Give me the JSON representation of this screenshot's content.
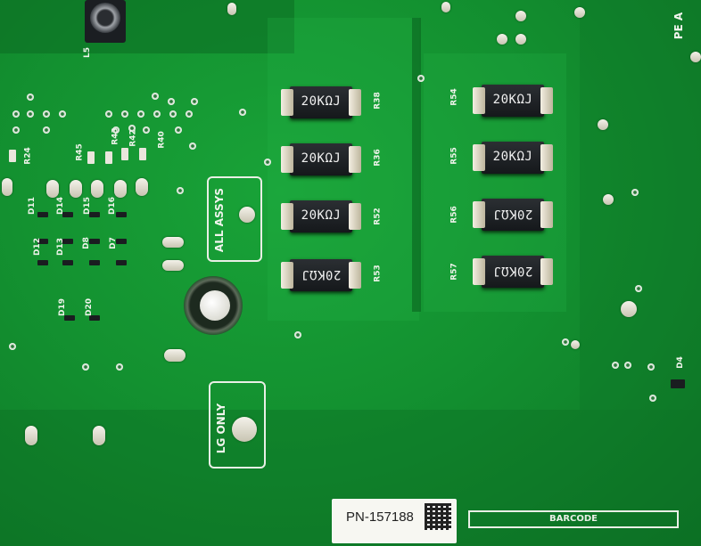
{
  "board": {
    "colors": {
      "solder_mask": "#139130",
      "silkscreen": "#f2f5ee",
      "resistor_body": "#1c1f22",
      "pad": "#e8e4d6"
    },
    "silkscreen_boxes": {
      "assembly_note": "ALL ASSYS",
      "lg_note": "LG ONLY"
    },
    "corner_text": "PE A",
    "inductor_ref": "L5",
    "diode_ref_d4": "D4"
  },
  "resistors_left": [
    {
      "ref": "R38",
      "marking": "20KΩJ",
      "flipped": false
    },
    {
      "ref": "R36",
      "marking": "20KΩJ",
      "flipped": false
    },
    {
      "ref": "R52",
      "marking": "20KΩJ",
      "flipped": false
    },
    {
      "ref": "R53",
      "marking": "20KΩJ",
      "flipped": true
    }
  ],
  "resistors_right": [
    {
      "ref": "R54",
      "marking": "20KΩJ",
      "flipped": false
    },
    {
      "ref": "R55",
      "marking": "20KΩJ",
      "flipped": false
    },
    {
      "ref": "R56",
      "marking": "20KΩJ",
      "flipped": true
    },
    {
      "ref": "R57",
      "marking": "20KΩJ",
      "flipped": true
    }
  ],
  "small_refs": {
    "r24": "R24",
    "r45": "R45",
    "r43": "R43",
    "r42": "R42",
    "r40": "R40",
    "d11": "D11",
    "d14": "D14",
    "d15": "D15",
    "d16": "D16",
    "d12": "D12",
    "d13": "D13",
    "d8": "D8",
    "d7": "D7",
    "d19": "D19",
    "d20": "D20"
  },
  "label": {
    "part_number": "PN-157188",
    "barcode_area": "BARCODE"
  }
}
